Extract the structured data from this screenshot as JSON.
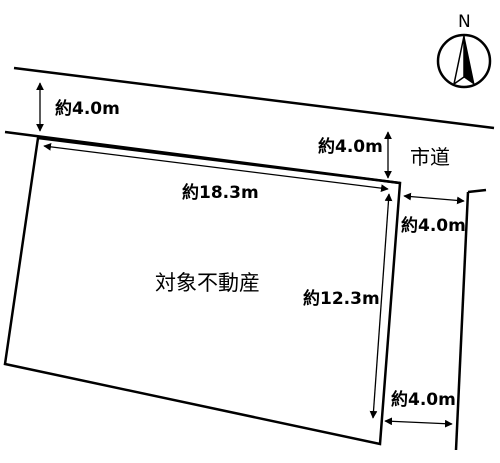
{
  "plan": {
    "subject_label": "対象不動産",
    "road_label": "市道",
    "north_label": "N",
    "dimensions": {
      "road_width_top_left": "約4.0m",
      "road_width_top_right": "約4.0m",
      "frontage": "約18.3m",
      "depth": "約12.3m",
      "side_road_width_upper": "約4.0m",
      "side_road_width_lower": "約4.0m"
    }
  },
  "colors": {
    "line": "#000000",
    "background": "#ffffff"
  }
}
